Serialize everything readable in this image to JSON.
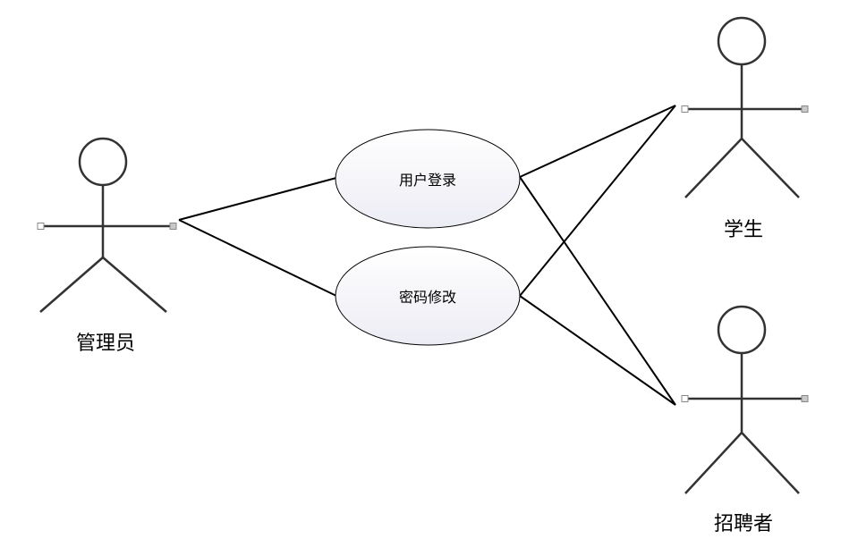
{
  "diagram": {
    "type": "uml-use-case",
    "actors": [
      {
        "id": "admin",
        "label": "管理员"
      },
      {
        "id": "student",
        "label": "学生"
      },
      {
        "id": "recruiter",
        "label": "招聘者"
      }
    ],
    "use_cases": [
      {
        "id": "login",
        "label": "用户登录"
      },
      {
        "id": "password",
        "label": "密码修改"
      }
    ],
    "associations": [
      {
        "from": "admin",
        "to": "login"
      },
      {
        "from": "admin",
        "to": "password"
      },
      {
        "from": "student",
        "to": "login"
      },
      {
        "from": "student",
        "to": "password"
      },
      {
        "from": "recruiter",
        "to": "login"
      },
      {
        "from": "recruiter",
        "to": "password"
      }
    ],
    "colors": {
      "stroke": "#000000",
      "actor_stroke": "#333333",
      "ellipse_fill_top": "#ffffff",
      "ellipse_fill_bottom": "#ececf4",
      "handle_fill": "#c8c8c8"
    }
  }
}
